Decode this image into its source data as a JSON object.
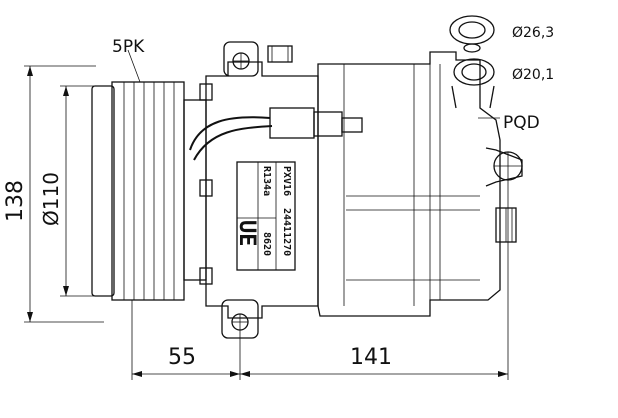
{
  "labels": {
    "belt": "5PK",
    "connection": "PQD",
    "port_large": "Ø26,3",
    "port_small": "Ø20,1",
    "height": "138",
    "pulley_diameter": "Ø110",
    "pulley_offset": "55",
    "body_length": "141"
  },
  "plate": {
    "model": "PXV16",
    "part_number": "24411270",
    "refrigerant": "R134a",
    "code": "8620",
    "maker": "UE"
  }
}
